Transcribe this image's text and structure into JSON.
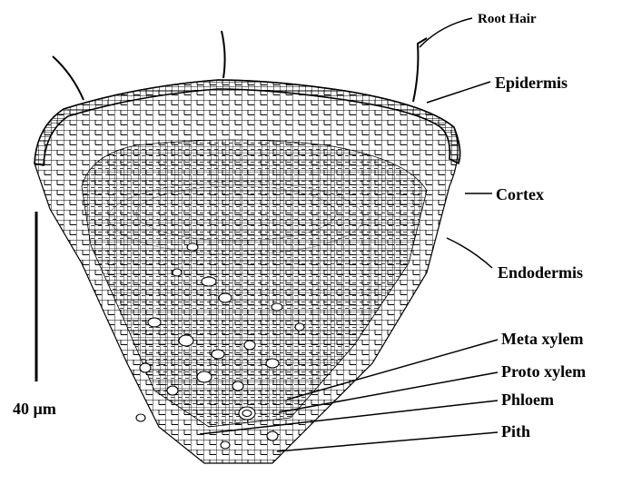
{
  "labels": {
    "root_hair": "Root Hair",
    "epidermis": "Epidermis",
    "cortex": "Cortex",
    "endodermis": "Endodermis",
    "meta_xylem": "Meta xylem",
    "proto_xylem": "Proto xylem",
    "phloem": "Phloem",
    "pith": "Pith"
  },
  "scale_bar": {
    "label": "40 µm"
  },
  "colors": {
    "ink": "#000000",
    "background": "#ffffff"
  }
}
